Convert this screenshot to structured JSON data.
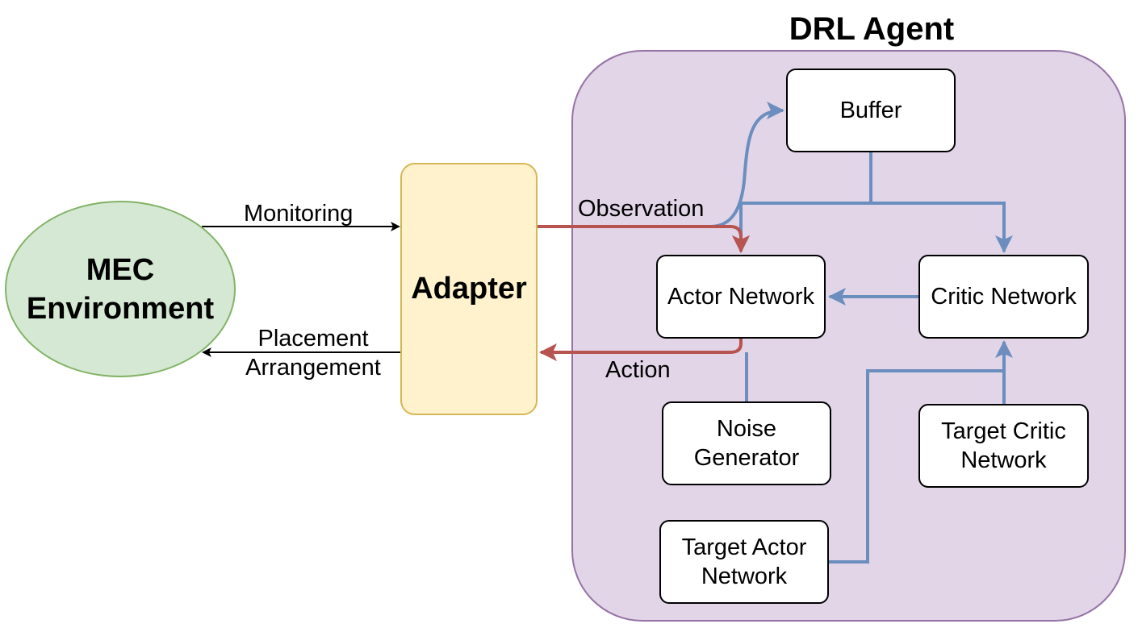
{
  "diagram": {
    "agent": {
      "title": "DRL Agent",
      "fill": "#e1d5e7",
      "stroke": "#9673a6"
    },
    "environment": {
      "line1": "MEC",
      "line2": "Environment",
      "fill": "#d5e8d4",
      "stroke": "#82b366"
    },
    "adapter": {
      "label": "Adapter",
      "fill": "#fff2cc",
      "stroke": "#d6b656"
    },
    "nodes": {
      "buffer": {
        "line1": "Buffer"
      },
      "actor": {
        "line1": "Actor Network"
      },
      "critic": {
        "line1": "Critic Network"
      },
      "noise": {
        "line1": "Noise",
        "line2": "Generator"
      },
      "target_critic": {
        "line1": "Target Critic",
        "line2": "Network"
      },
      "target_actor": {
        "line1": "Target Actor",
        "line2": "Network"
      }
    },
    "edge_labels": {
      "monitoring": "Monitoring",
      "placement_line1": "Placement",
      "placement_line2": "Arrangement",
      "observation": "Observation",
      "action": "Action"
    },
    "colors": {
      "blue_edge": "#6c8ebf",
      "red_edge": "#b85450",
      "black_edge": "#000000"
    }
  }
}
